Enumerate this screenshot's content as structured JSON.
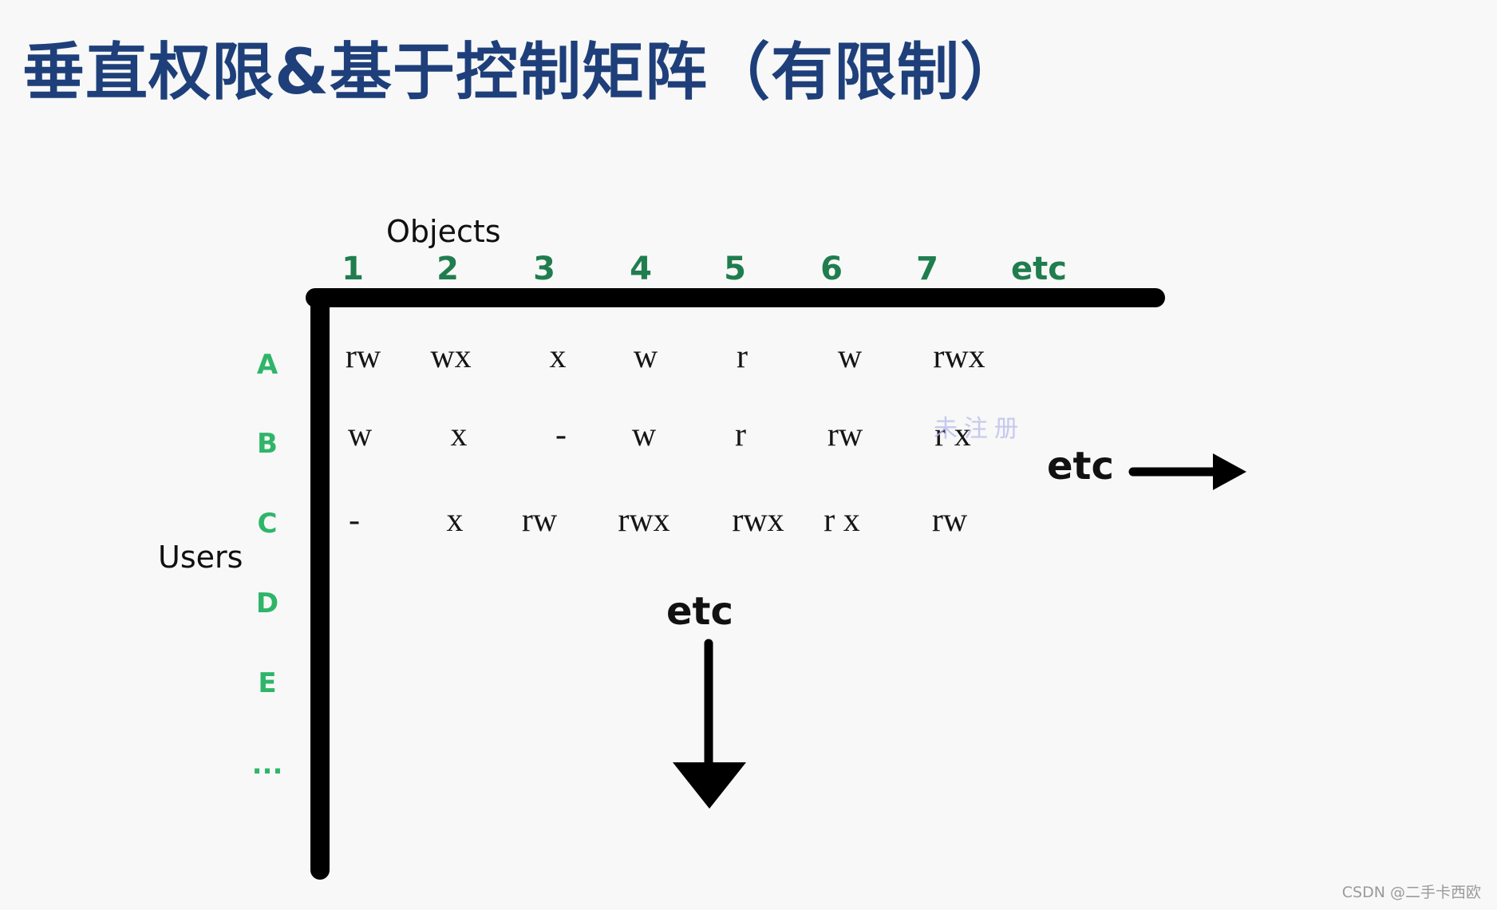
{
  "title": "垂直权限&基于控制矩阵（有限制）",
  "diagram": {
    "columns_label": "Objects",
    "rows_label": "Users",
    "column_headers": [
      "1",
      "2",
      "3",
      "4",
      "5",
      "6",
      "7",
      "etc"
    ],
    "row_headers": [
      "A",
      "B",
      "C",
      "D",
      "E",
      "..."
    ],
    "matrix": [
      [
        "rw",
        "wx",
        "x",
        "w",
        "r",
        "w",
        "rwx"
      ],
      [
        "w",
        "x",
        "-",
        "w",
        "r",
        "rw",
        "r x"
      ],
      [
        "-",
        "x",
        "rw",
        "rwx",
        "rwx",
        "r x",
        "rw"
      ]
    ],
    "etc_right_label": "etc",
    "etc_down_label": "etc",
    "colors": {
      "title": "#1e3f7a",
      "column_headers": "#1f7d4e",
      "row_headers": "#2fb56a",
      "axes": "#000000"
    }
  },
  "watermarks": {
    "center": "未注册",
    "corner": "CSDN @二手卡西欧"
  }
}
